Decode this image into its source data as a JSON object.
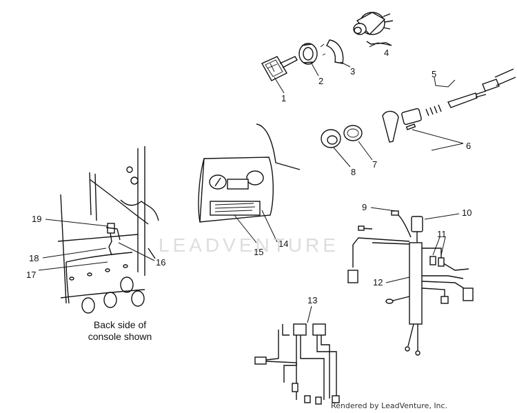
{
  "callouts": {
    "c1": "1",
    "c2": "2",
    "c3": "3",
    "c4": "4",
    "c5": "5",
    "c6": "6",
    "c7": "7",
    "c8": "8",
    "c9": "9",
    "c10": "10",
    "c11": "11",
    "c12": "12",
    "c13": "13",
    "c14": "14",
    "c15": "15",
    "c16": "16",
    "c17": "17",
    "c18": "18",
    "c19": "19"
  },
  "caption": {
    "line1": "Back side of",
    "line2": "console shown"
  },
  "watermark": "LEADVENTURE",
  "credit": "Rendered by LeadVenture, Inc."
}
